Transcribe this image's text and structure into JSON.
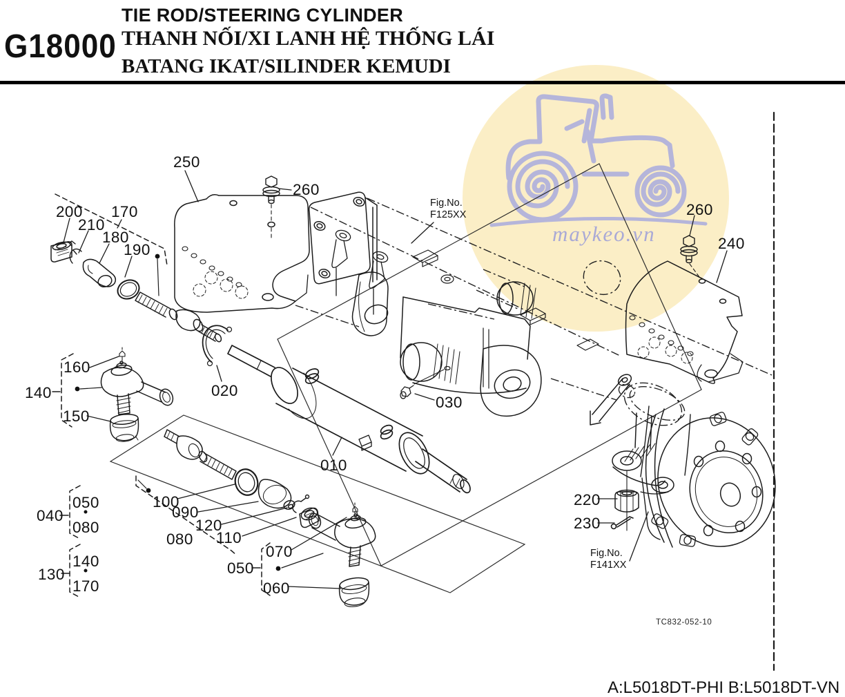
{
  "header": {
    "code": "G18000",
    "title_en": "TIE ROD/STEERING CYLINDER",
    "title_vi": "THANH NỐI/XI LANH HỆ THỐNG LÁI",
    "title_id": "BATANG IKAT/SILINDER KEMUDI"
  },
  "watermark": {
    "text": "maykeo.vn",
    "circle_color": "#FBEEC6",
    "line_color": "#b5b5da"
  },
  "figure_refs": {
    "f125_line1": "Fig.No.",
    "f125_line2": "F125XX",
    "f141_line1": "Fig.No.",
    "f141_line2": "F141XX"
  },
  "drawing_code": "TC832-052-10",
  "footer": "A:L5018DT-PHI B:L5018DT-VN",
  "labels": {
    "c250": "250",
    "c260a": "260",
    "c260b": "260",
    "c240": "240",
    "c200": "200",
    "c210": "210",
    "c170": "170",
    "c180": "180",
    "c190": "190",
    "c160": "160",
    "c140": "140",
    "c150": "150",
    "c020": "020",
    "c010": "010",
    "c030": "030",
    "c100": "100",
    "c090": "090",
    "c120": "120",
    "c110": "110",
    "c080": "080",
    "c070": "070",
    "c050": "050",
    "c060": "060",
    "c040": "040",
    "g040_first": "050",
    "g040_last": "080",
    "c130": "130",
    "g130_first": "140",
    "g130_last": "170",
    "c220": "220",
    "c230": "230"
  }
}
